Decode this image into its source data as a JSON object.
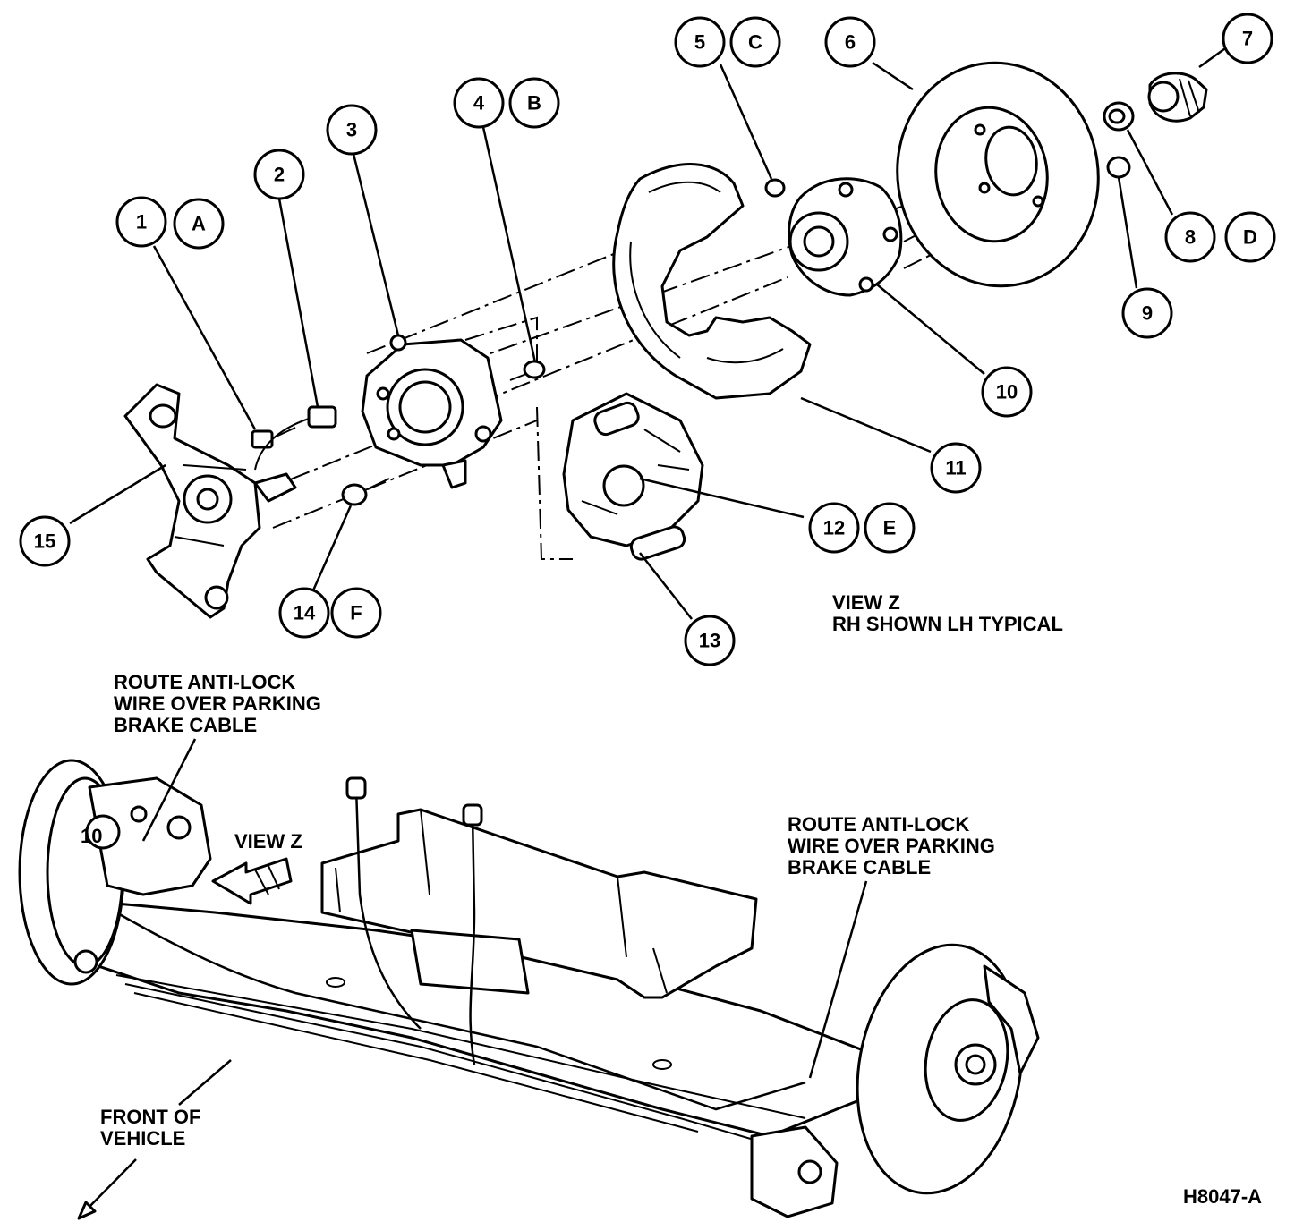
{
  "callouts": [
    {
      "id": "1",
      "letter": "A"
    },
    {
      "id": "2",
      "letter": ""
    },
    {
      "id": "3",
      "letter": ""
    },
    {
      "id": "4",
      "letter": "B"
    },
    {
      "id": "5",
      "letter": "C"
    },
    {
      "id": "6",
      "letter": ""
    },
    {
      "id": "7",
      "letter": ""
    },
    {
      "id": "8",
      "letter": "D"
    },
    {
      "id": "9",
      "letter": ""
    },
    {
      "id": "10",
      "letter": ""
    },
    {
      "id": "11",
      "letter": ""
    },
    {
      "id": "12",
      "letter": "E"
    },
    {
      "id": "13",
      "letter": ""
    },
    {
      "id": "14",
      "letter": "F"
    },
    {
      "id": "15",
      "letter": ""
    }
  ],
  "view_title": {
    "line1": "VIEW Z",
    "line2": "RH SHOWN LH TYPICAL"
  },
  "note_left": {
    "line1": "ROUTE ANTI-LOCK",
    "line2": "WIRE OVER PARKING",
    "line3": "BRAKE CABLE"
  },
  "note_right": {
    "line1": "ROUTE ANTI-LOCK",
    "line2": "WIRE OVER PARKING",
    "line3": "BRAKE CABLE"
  },
  "view_arrow_label": "VIEW Z",
  "hub_label": "10",
  "front_label": {
    "line1": "FRONT OF",
    "line2": "VEHICLE"
  },
  "figure_code": "H8047-A"
}
